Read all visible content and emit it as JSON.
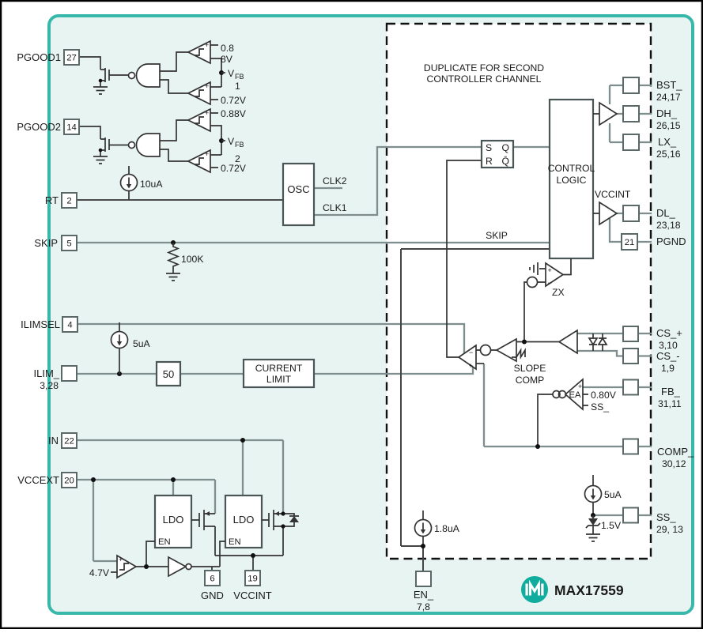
{
  "brand": {
    "name": "MAX17559"
  },
  "colors": {
    "teal_border": "#38b8ab",
    "card_bg": "#e8f4f1",
    "logo_teal": "#10ac9e",
    "wire_gray": "#7e8d8d",
    "ink": "#1a1a1a"
  },
  "card": {
    "duplicate_note_line1": "DUPLICATE FOR SECOND",
    "duplicate_note_line2": "CONTROLLER CHANNEL"
  },
  "pins_left": [
    {
      "name": "PGOOD1",
      "num": "27"
    },
    {
      "name": "PGOOD2",
      "num": "14"
    },
    {
      "name": "RT",
      "num": "2"
    },
    {
      "name": "SKIP",
      "num": "5"
    },
    {
      "name": "ILIMSEL",
      "num": "4"
    },
    {
      "name": "ILIM_",
      "sub": "3,28"
    },
    {
      "name": "IN",
      "num": "22"
    },
    {
      "name": "VCCEXT",
      "num": "20"
    }
  ],
  "pins_bottom": [
    {
      "name": "GND",
      "num": "6"
    },
    {
      "name": "VCCINT",
      "num": "19"
    },
    {
      "name": "EN_",
      "sub": "7,8"
    }
  ],
  "pins_right": [
    {
      "name": "BST_",
      "sub": "24,17"
    },
    {
      "name": "DH_",
      "sub": "26,15"
    },
    {
      "name": "LX_",
      "sub": "25,16"
    },
    {
      "name": "DL_",
      "sub": "23,18"
    },
    {
      "name": "PGND",
      "num": "21"
    },
    {
      "name": "CS_+",
      "sub": "3,10"
    },
    {
      "name": "CS_-",
      "sub": "1,9"
    },
    {
      "name": "FB_",
      "sub": "31,11"
    },
    {
      "name": "COMP_",
      "sub": "30,12"
    },
    {
      "name": "SS_",
      "sub": "29, 13"
    }
  ],
  "blocks": {
    "osc": "OSC",
    "gain": "50",
    "current_limit_line1": "CURRENT",
    "current_limit_line2": "LIMIT",
    "control_line1": "CONTROL",
    "control_line2": "LOGIC",
    "ldo": "LDO",
    "en": "EN",
    "latch_s": "S",
    "latch_r": "R",
    "latch_q": "Q",
    "latch_qb": "Q̄"
  },
  "signals": {
    "clk1": "CLK1",
    "clk2": "CLK2",
    "skip": "SKIP",
    "zx": "ZX",
    "slope_line1": "SLOPE",
    "slope_line2": "COMP",
    "ea": "EA",
    "vccint": "VCCINT",
    "vfb_v": "V",
    "vfb_sub": "FB",
    "ch1": "1",
    "ch2": "2"
  },
  "values": {
    "i_rt": "10uA",
    "i_ilim": "5uA",
    "i_ss": "5uA",
    "i_en": "1.8uA",
    "r_skip": "100K",
    "th1a": "0.8",
    "th1b": "8V",
    "th2": "0.72V",
    "th3": "0.88V",
    "th4": "0.72V",
    "uvlo": "4.7V",
    "ea_ref": "0.80V",
    "ea_ss": "SS_",
    "zener": "1.5V"
  },
  "marks": {
    "plus": "+",
    "minus": "−"
  }
}
